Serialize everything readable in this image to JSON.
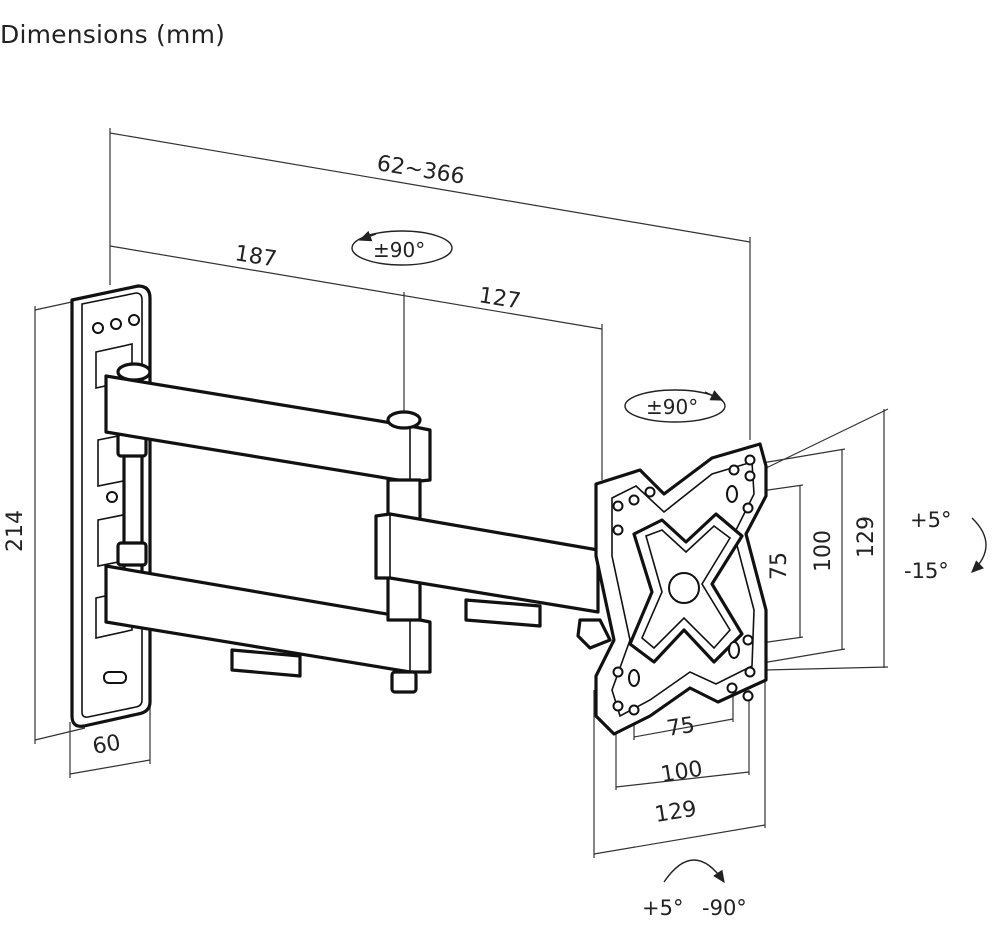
{
  "title": "Dimensions (mm)",
  "dimensions": {
    "overall_extension": "62~366",
    "first_arm": "187",
    "second_arm": "127",
    "wall_plate_height": "214",
    "wall_plate_depth": "60",
    "vesa_inner_v": "75",
    "vesa_mid_v": "100",
    "vesa_outer_v": "129",
    "vesa_inner_h": "75",
    "vesa_mid_h": "100",
    "vesa_outer_h": "129"
  },
  "rotations": {
    "arm_swivel": "±90°",
    "head_swivel": "±90°",
    "tilt_up": "+5°",
    "tilt_down": "-15°",
    "rotate_pos": "+5°",
    "rotate_neg": "-90°"
  }
}
